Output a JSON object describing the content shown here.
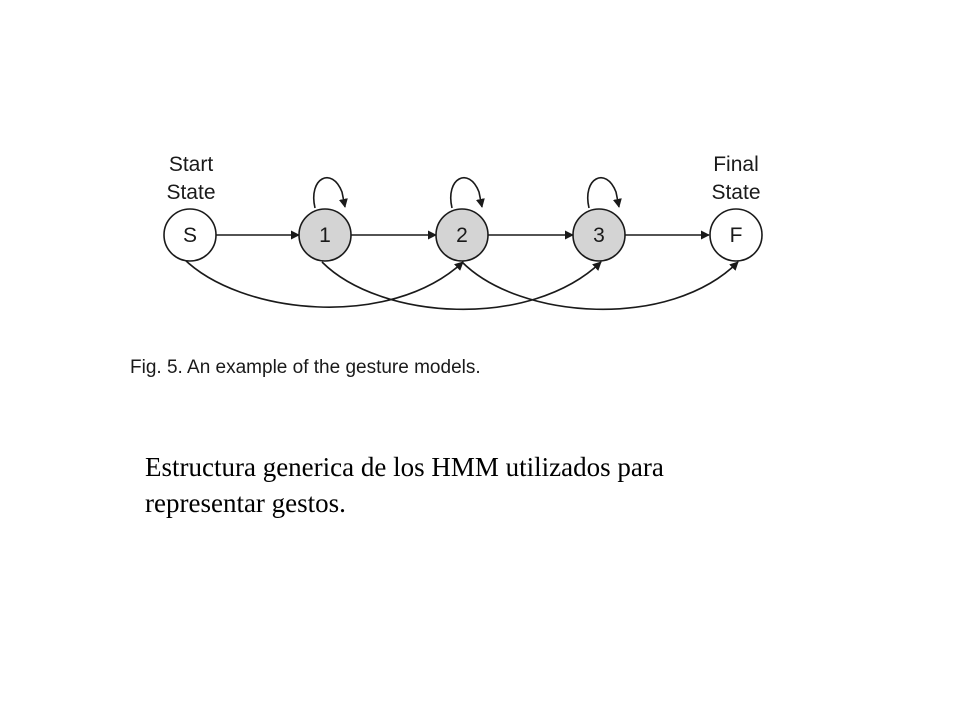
{
  "diagram": {
    "start_label": [
      "Start",
      "State"
    ],
    "final_label": [
      "Final",
      "State"
    ],
    "states": [
      {
        "id": "S",
        "label": "S",
        "shaded": false
      },
      {
        "id": "1",
        "label": "1",
        "shaded": true
      },
      {
        "id": "2",
        "label": "2",
        "shaded": true
      },
      {
        "id": "3",
        "label": "3",
        "shaded": true
      },
      {
        "id": "F",
        "label": "F",
        "shaded": false
      }
    ],
    "colors": {
      "shaded_fill": "#d4d4d4",
      "plain_fill": "#ffffff",
      "stroke": "#1a1a1a"
    },
    "caption": "Fig. 5. An example of the gesture models."
  },
  "slide_text": {
    "line1": "Estructura generica de los HMM utilizados para",
    "line2": "representar gestos."
  }
}
